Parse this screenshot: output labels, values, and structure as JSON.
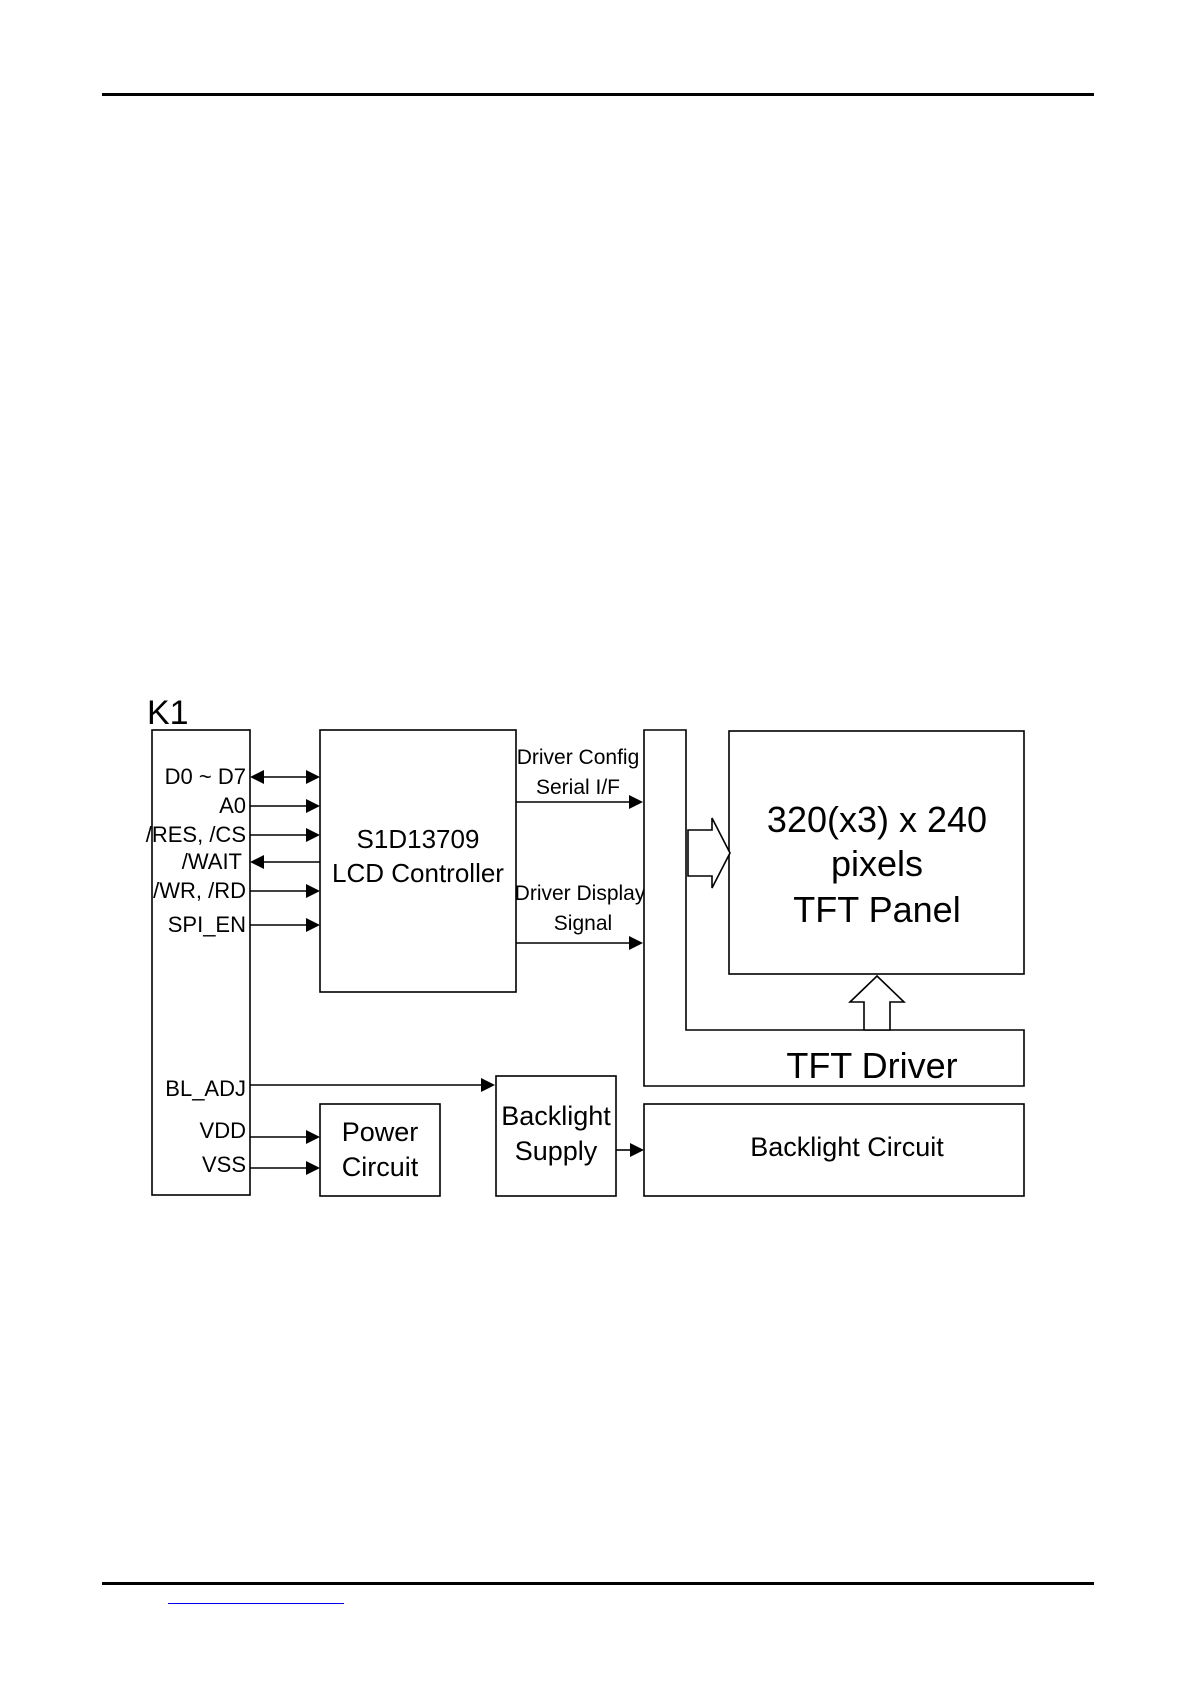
{
  "header": {},
  "diagram": {
    "module_label": "K1",
    "pins": {
      "d0_d7": "D0 ~ D7",
      "a0": "A0",
      "res_cs": "/RES, /CS",
      "wait": "/WAIT",
      "wr_rd": "/WR, /RD",
      "spi_en": "SPI_EN",
      "bl_adj": "BL_ADJ",
      "vdd": "VDD",
      "vss": "VSS"
    },
    "controller": {
      "line1": "S1D13709",
      "line2": "LCD Controller"
    },
    "signals": {
      "config_line1": "Driver Config",
      "config_line2": "Serial I/F",
      "display_line1": "Driver Display",
      "display_line2": "Signal"
    },
    "panel": {
      "line1": "320(x3) x 240",
      "line2": "pixels",
      "line3": "TFT Panel"
    },
    "tft_driver": "TFT Driver",
    "power": {
      "line1": "Power",
      "line2": "Circuit"
    },
    "backlight_supply": {
      "line1": "Backlight",
      "line2": "Supply"
    },
    "backlight_circuit": "Backlight Circuit"
  },
  "footer": {}
}
